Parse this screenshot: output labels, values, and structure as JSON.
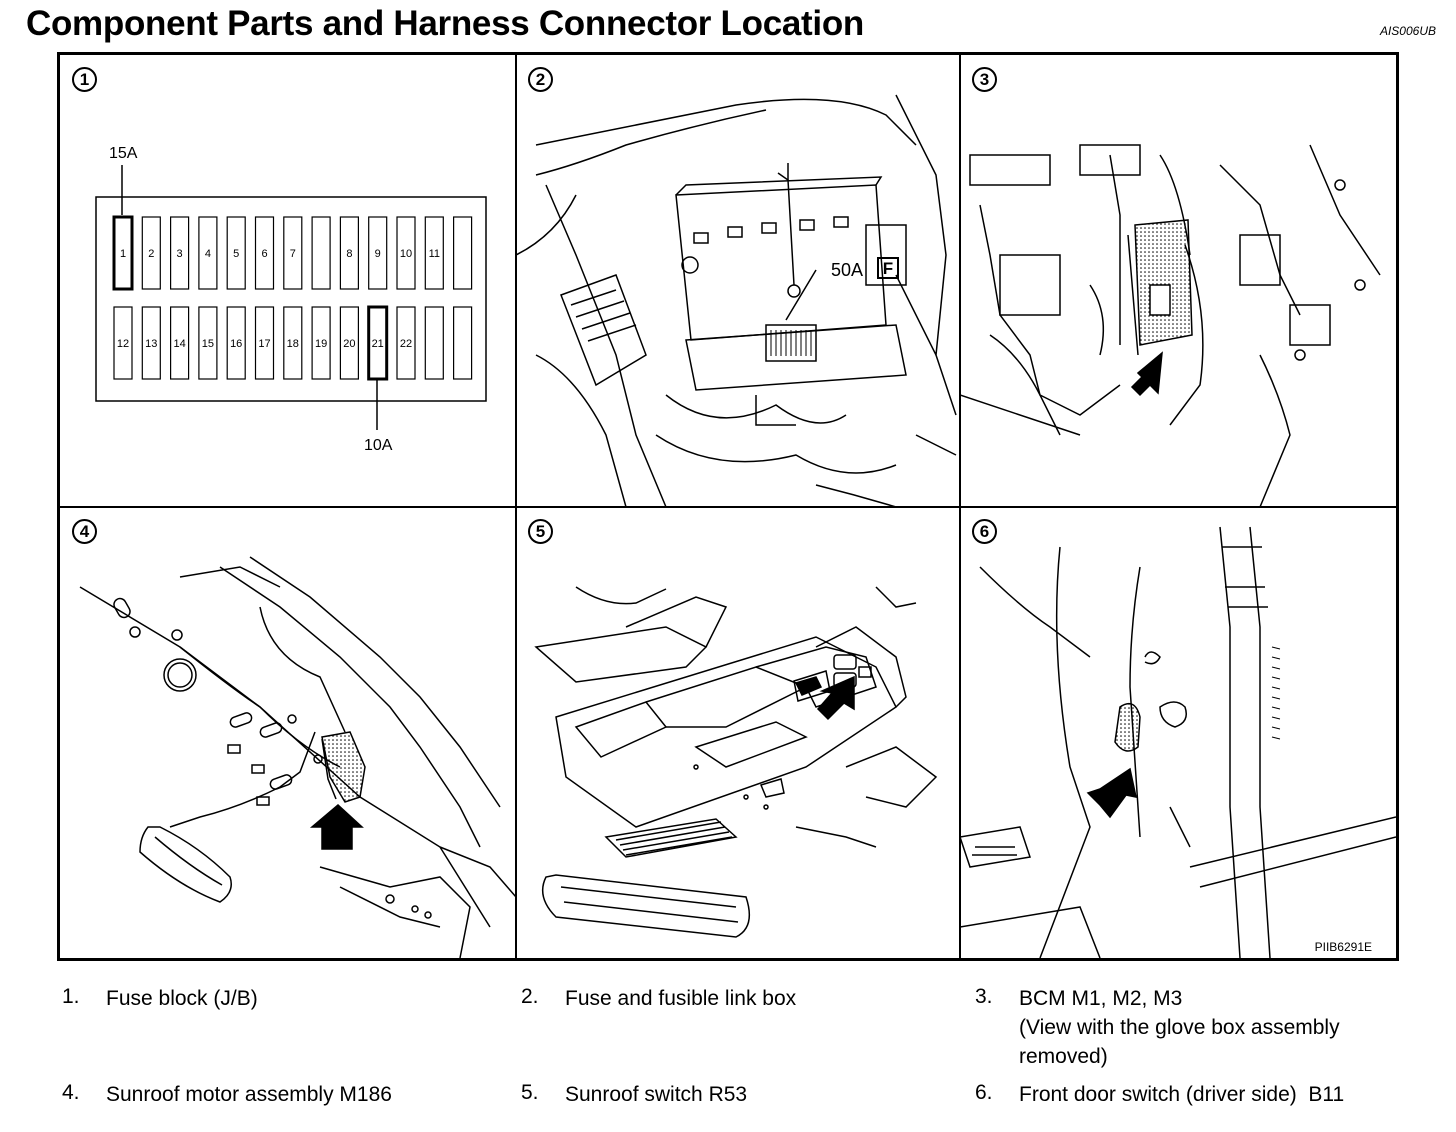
{
  "title": "Component Parts and Harness Connector Location",
  "top_code": "AIS006UB",
  "figure_code": "PIIB6291E",
  "panels": [
    {
      "number": "1",
      "fuse_top_label": "15A",
      "fuse_bottom_label": "10A",
      "fuse_row_top": [
        "1",
        "2",
        "3",
        "4",
        "5",
        "6",
        "7",
        "",
        "8",
        "9",
        "10",
        "11",
        ""
      ],
      "fuse_row_bottom": [
        "12",
        "13",
        "14",
        "15",
        "16",
        "17",
        "18",
        "19",
        "20",
        "21",
        "22",
        "",
        ""
      ]
    },
    {
      "number": "2",
      "amp_label": "50A",
      "letter_label": "F"
    },
    {
      "number": "3"
    },
    {
      "number": "4"
    },
    {
      "number": "5"
    },
    {
      "number": "6"
    }
  ],
  "legend": [
    {
      "num": "1.",
      "text": "Fuse block (J/B)"
    },
    {
      "num": "2.",
      "text": "Fuse and fusible link box"
    },
    {
      "num": "3.",
      "text": "BCM M1, M2, M3",
      "extra1": "(View with the glove box assembly",
      "extra2": "removed)"
    },
    {
      "num": "4.",
      "text": "Sunroof motor assembly M186"
    },
    {
      "num": "5.",
      "text": "Sunroof switch R53"
    },
    {
      "num": "6.",
      "text": "Front door switch (driver side)  B11"
    }
  ]
}
